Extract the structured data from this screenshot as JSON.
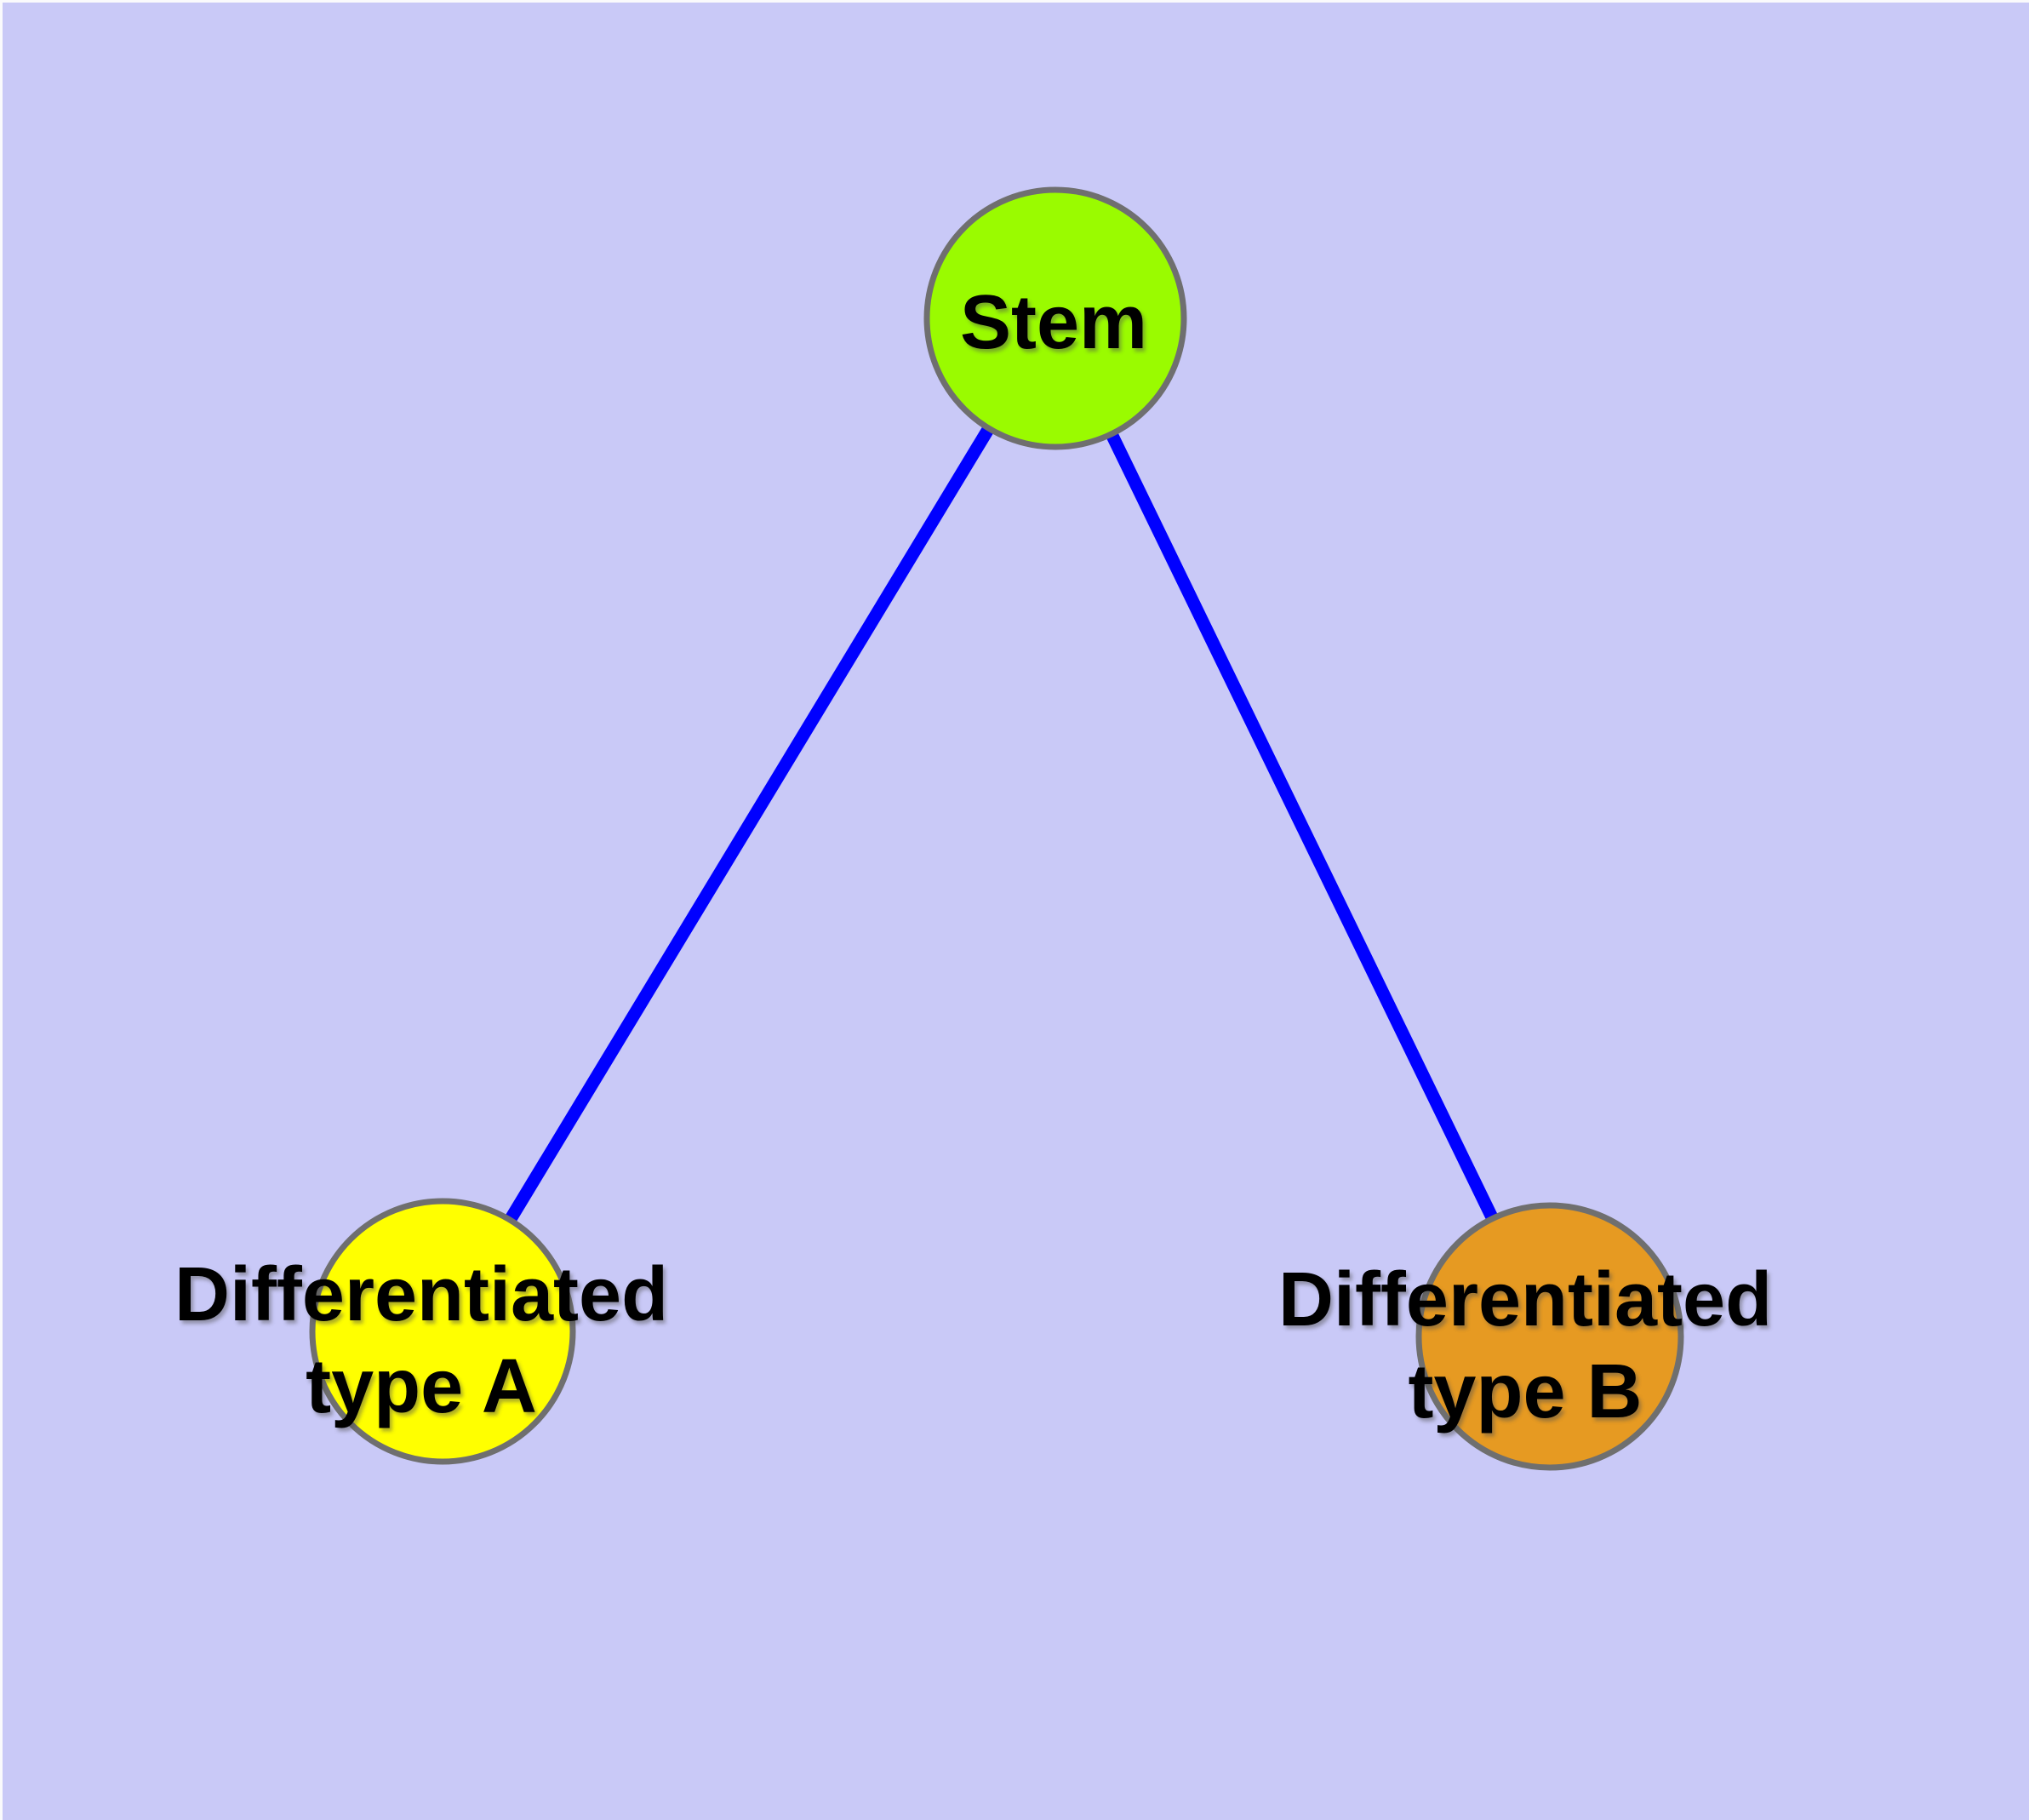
{
  "diagram": {
    "type": "node-link-graph",
    "description_visible_content_only": true,
    "edges": [
      {
        "from": "Stem",
        "to": "Differentiated type A"
      },
      {
        "from": "Stem",
        "to": "Differentiated type B"
      }
    ]
  },
  "nodes": {
    "stem": {
      "label": "Stem"
    },
    "type_a": {
      "label_line1": "Differentiated",
      "label_line2": "type A"
    },
    "type_b": {
      "label_line1": "Differentiated",
      "label_line2": "type B"
    }
  },
  "colors": {
    "background": "#C9C9F7",
    "edge": "#0000FF",
    "node_border": "#6F6F6F",
    "node_stem": "#9AFB00",
    "node_type_a": "#FFFF00",
    "node_type_b": "#E69A22",
    "label_text": "#000000"
  }
}
